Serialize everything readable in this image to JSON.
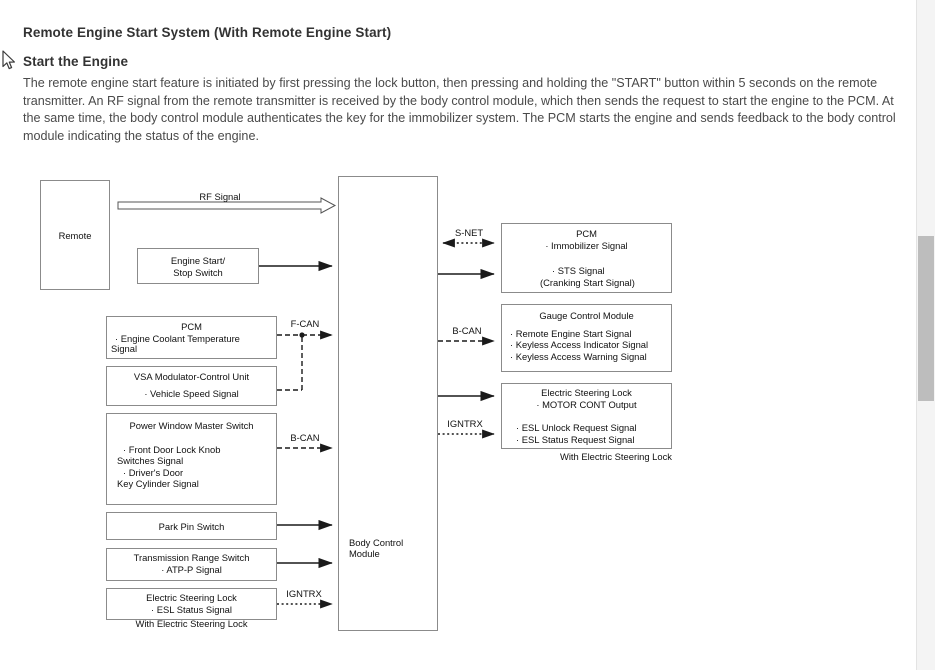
{
  "document": {
    "title": "Remote Engine Start System (With Remote Engine Start)",
    "section_title": "Start the Engine",
    "paragraph": "The remote engine start feature is initiated by first pressing the lock button, then pressing and holding the \"START\" button within 5 seconds on the remote transmitter. An RF signal from the remote transmitter is received by the body control module, which then sends the request to start the engine to the PCM. At the same time, the body control module authenticates the key for the immobilizer system. The PCM starts the engine and sends feedback to the body control module indicating the status of the engine."
  },
  "diagram": {
    "remote": {
      "label": "Remote"
    },
    "rf_signal": {
      "label": "RF Signal"
    },
    "engine_start_stop_switch": {
      "line1": "Engine Start/",
      "line2": "Stop Switch"
    },
    "pcm_left": {
      "title": "PCM",
      "signals": [
        "· Engine Coolant Temperature",
        "Signal"
      ]
    },
    "vsa": {
      "title": "VSA Modulator-Control Unit",
      "signal": "· Vehicle Speed Signal"
    },
    "power_window_master_switch": {
      "title": "Power Window Master Switch",
      "signals": [
        "· Front Door Lock Knob",
        "Switches Signal",
        "· Driver's Door",
        "Key Cylinder Signal"
      ]
    },
    "park_pin_switch": {
      "title": "Park Pin Switch"
    },
    "transmission_range_switch": {
      "title": "Transmission Range Switch",
      "signal": "· ATP-P Signal"
    },
    "electric_steering_lock_left": {
      "title": "Electric Steering Lock",
      "signal": "· ESL Status Signal",
      "caption": "With Electric Steering Lock"
    },
    "body_control_module": {
      "line1": "Body Control",
      "line2": "Module"
    },
    "pcm_right": {
      "title": "PCM",
      "top_signal": "· Immobilizer Signal",
      "bottom_signals": [
        "· STS Signal",
        "(Cranking Start Signal)"
      ]
    },
    "gauge_control_module": {
      "title": "Gauge Control Module",
      "signals": [
        "· Remote Engine Start Signal",
        "· Keyless Access Indicator Signal",
        "· Keyless Access Warning Signal"
      ]
    },
    "electric_steering_lock_right": {
      "title": "Electric Steering Lock",
      "top_signal": "· MOTOR CONT Output",
      "bottom_signals": [
        "· ESL Unlock Request Signal",
        "· ESL Status Request Signal"
      ],
      "caption": "With Electric Steering Lock"
    },
    "bus_labels": {
      "f_can": "F-CAN",
      "b_can_left": "B-CAN",
      "igntrx_left": "IGNTRX",
      "s_net": "S-NET",
      "b_can_right": "B-CAN",
      "igntrx_right": "IGNTRX"
    }
  },
  "colors": {
    "line": "#1a1a1a",
    "box_border": "#8b8b8b",
    "title_text": "#333333",
    "body_text": "#4a4a4a",
    "scrollbar_thumb": "#bdbdbd",
    "scrollbar_track": "#f4f4f4"
  }
}
